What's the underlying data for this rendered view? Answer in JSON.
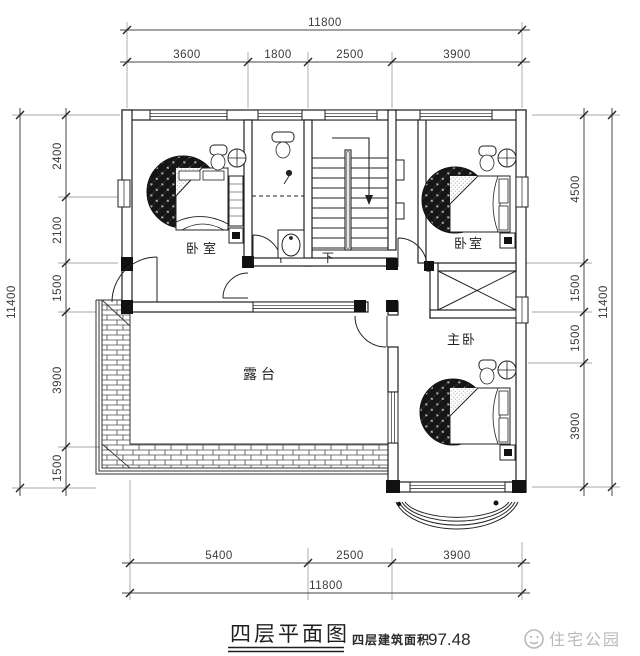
{
  "drawing": {
    "title": "四层平面图",
    "area_label": "四层建筑面积",
    "area_value": "97.48",
    "watermark": "住宅公园",
    "labels": {
      "bedroom_left": "卧室",
      "bedroom_right": "卧室",
      "master_bedroom": "主卧",
      "terrace": "露台",
      "stairs_down": "下"
    },
    "dims": {
      "top": {
        "overall": "11800",
        "segments": [
          "3600",
          "1800",
          "2500",
          "3900"
        ]
      },
      "bottom": {
        "overall": "11800",
        "segments": [
          "5400",
          "2500",
          "3900"
        ]
      },
      "left": {
        "overall": "11400",
        "segments": [
          "2400",
          "2100",
          "1500",
          "3900",
          "1500"
        ]
      },
      "right": {
        "overall": "11400",
        "segments": [
          "4500",
          "1500",
          "1500",
          "3900"
        ]
      }
    },
    "colors": {
      "line": "#222222",
      "dim": "#444444",
      "watermark": "#b9b9b9"
    }
  }
}
